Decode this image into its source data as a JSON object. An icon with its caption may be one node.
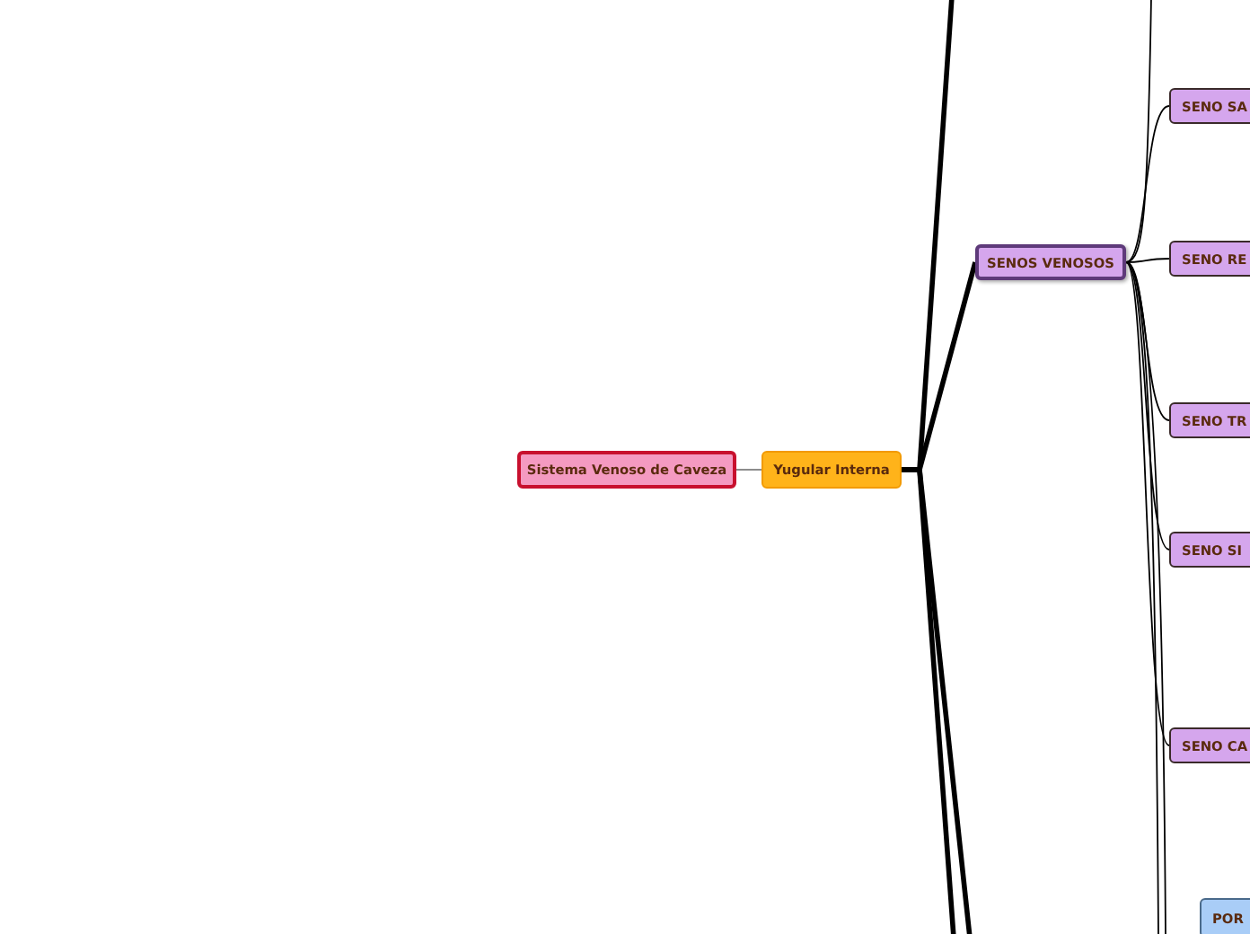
{
  "diagram": {
    "nodes": [
      {
        "text": [
          "Sistema Venoso de Caveza"
        ]
      },
      {
        "text": [
          "Yugular Interna"
        ]
      },
      {
        "text": [
          "SENOS VENOSOS"
        ]
      },
      {
        "text": [
          "SENO SA"
        ]
      },
      {
        "text": [
          "SENO RE"
        ]
      },
      {
        "text": [
          "SENO TR"
        ]
      },
      {
        "text": [
          "SENO SI"
        ]
      },
      {
        "text": [
          "SENO CA"
        ]
      },
      {
        "text": [
          "POR"
        ]
      }
    ],
    "edges": [
      {
        "from": 0,
        "to": 1,
        "arrow": "none",
        "color": "#808080"
      },
      {
        "from": 1,
        "to": 2,
        "arrow": "none",
        "style": "thick"
      },
      {
        "from": 1,
        "to": null,
        "arrow": "none",
        "style": "thick"
      },
      {
        "from": 1,
        "to": null,
        "arrow": "none",
        "style": "thick"
      },
      {
        "from": 1,
        "to": null,
        "arrow": "none",
        "style": "thick"
      },
      {
        "from": 2,
        "to": 3,
        "arrow": "none"
      },
      {
        "from": 2,
        "to": 4,
        "arrow": "none"
      },
      {
        "from": 2,
        "to": 5,
        "arrow": "none"
      },
      {
        "from": 2,
        "to": 6,
        "arrow": "none"
      },
      {
        "from": 2,
        "to": 7,
        "arrow": "none"
      },
      {
        "from": 2,
        "to": null,
        "arrow": "none"
      },
      {
        "from": 2,
        "to": null,
        "arrow": "none"
      },
      {
        "from": 2,
        "to": null,
        "arrow": "none"
      }
    ]
  }
}
